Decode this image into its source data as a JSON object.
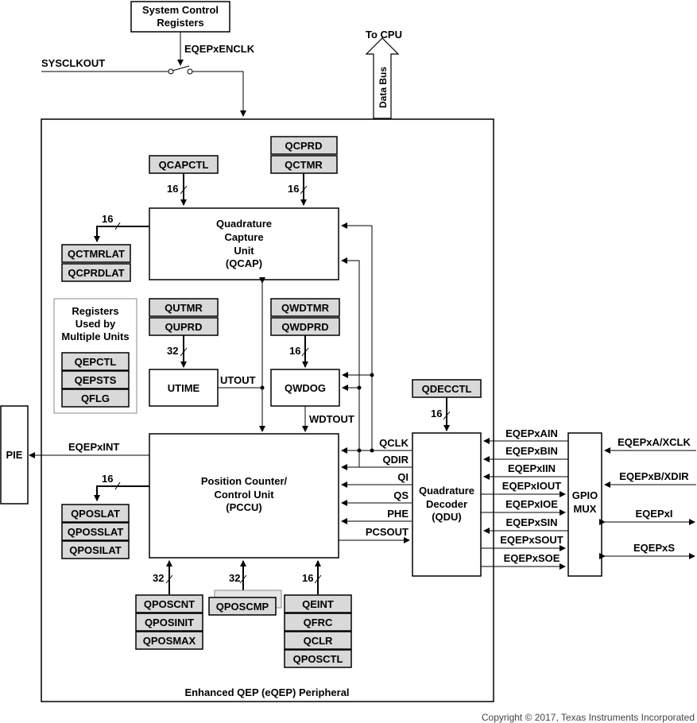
{
  "top": {
    "system_control_1": "System Control",
    "system_control_2": "Registers",
    "eqepxenclk": "EQEPxENCLK",
    "sysclkout": "SYSCLKOUT",
    "to_cpu": "To CPU",
    "data_bus": "Data Bus"
  },
  "peripheral_title": "Enhanced QEP (eQEP) Peripheral",
  "pie": "PIE",
  "eqepxint": "EQEPxINT",
  "qcap": {
    "l1": "Quadrature",
    "l2": "Capture",
    "l3": "Unit",
    "l4": "(QCAP)"
  },
  "pccu": {
    "l1": "Position Counter/",
    "l2": "Control Unit",
    "l3": "(PCCU)"
  },
  "qdu": {
    "l1": "Quadrature",
    "l2": "Decoder",
    "l3": "(QDU)"
  },
  "gpio": {
    "l1": "GPIO",
    "l2": "MUX"
  },
  "utime": "UTIME",
  "qwdog": "QWDOG",
  "utout": "UTOUT",
  "wdtout": "WDTOUT",
  "regs": {
    "qcapctl": "QCAPCTL",
    "qcprd": "QCPRD",
    "qctmr": "QCTMR",
    "qctmrlat": "QCTMRLAT",
    "qcprdlat": "QCPRDLAT",
    "qutmr": "QUTMR",
    "quprd": "QUPRD",
    "qwdtmr": "QWDTMR",
    "qwdprd": "QWDPRD",
    "qdecctl": "QDECCTL",
    "qposlat": "QPOSLAT",
    "qposslat": "QPOSSLAT",
    "qposilat": "QPOSILAT",
    "qposcnt": "QPOSCNT",
    "qposinit": "QPOSINIT",
    "qposmax": "QPOSMAX",
    "qposcmp": "QPOSCMP",
    "qeint": "QEINT",
    "qfrc": "QFRC",
    "qclr": "QCLR",
    "qposctl": "QPOSCTL"
  },
  "shared": {
    "title_1": "Registers",
    "title_2": "Used by",
    "title_3": "Multiple Units",
    "qepctl": "QEPCTL",
    "qepsts": "QEPSTS",
    "qflg": "QFLG"
  },
  "bus_widths": {
    "w16": "16",
    "w32": "32"
  },
  "qdu_signals": [
    "QCLK",
    "QDIR",
    "QI",
    "QS",
    "PHE",
    "PCSOUT"
  ],
  "gpio_signals": [
    "EQEPxAIN",
    "EQEPxBIN",
    "EQEPxIIN",
    "EQEPxIOUT",
    "EQEPxIOE",
    "EQEPxSIN",
    "EQEPxSOUT",
    "EQEPxSOE"
  ],
  "pins": [
    "EQEPxA/XCLK",
    "EQEPxB/XDIR",
    "EQEPxI",
    "EQEPxS"
  ],
  "copyright": "Copyright © 2017, Texas Instruments Incorporated"
}
